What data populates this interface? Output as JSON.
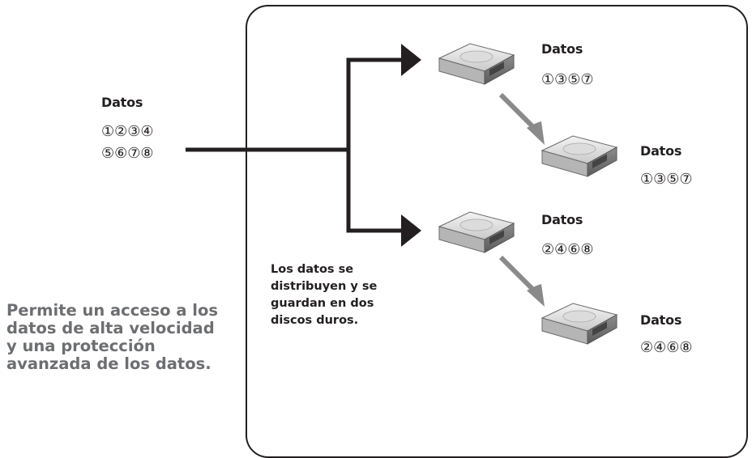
{
  "source": {
    "label": "Datos",
    "line1": "①②③④",
    "line2": "⑤⑥⑦⑧"
  },
  "disks": [
    {
      "label": "Datos",
      "seq": "①③⑤⑦"
    },
    {
      "label": "Datos",
      "seq": "①③⑤⑦"
    },
    {
      "label": "Datos",
      "seq": "②④⑥⑧"
    },
    {
      "label": "Datos",
      "seq": "②④⑥⑧"
    }
  ],
  "note": [
    "Los datos se",
    "distribuyen y se",
    "guardan en dos",
    "discos duros."
  ],
  "caption": [
    "Permite un acceso a los",
    "datos de alta velocidad",
    "y una protección",
    "avanzada de los datos."
  ],
  "colors": {
    "ink": "#231f20",
    "caption": "#6d6e71",
    "mirror_arrow": "#8a8a8a",
    "disk_body": "#9a9a9a"
  },
  "icons": [
    "hard-disk-icon",
    "arrow-right-icon",
    "arrow-down-right-icon"
  ]
}
